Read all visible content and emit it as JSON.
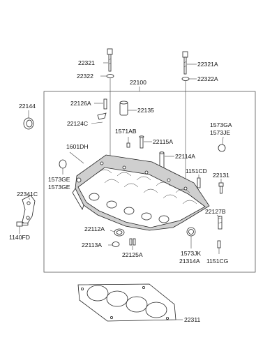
{
  "labels": {
    "p22321": "22321",
    "p22322": "22322",
    "p22321A": "22321A",
    "p22322A": "22322A",
    "p22100": "22100",
    "p22144": "22144",
    "p22126A": "22126A",
    "p22135": "22135",
    "p22124C": "22124C",
    "p1571AB": "1571AB",
    "p22115A": "22115A",
    "p1573GA": "1573GA",
    "p1573JE": "1573JE",
    "p1601DH": "1601DH",
    "p22114A": "22114A",
    "p1151CD": "1151CD",
    "p22131": "22131",
    "p1573GE_1": "1573GE",
    "p1573GE_2": "1573GE",
    "p22341C": "22341C",
    "p22127B": "22127B",
    "p22112A": "22112A",
    "p1140FD": "1140FD",
    "p22113A": "22113A",
    "p22125A": "22125A",
    "p1573JK": "1573JK",
    "p21314A": "21314A",
    "p1151CG": "1151CG",
    "p22311": "22311"
  }
}
